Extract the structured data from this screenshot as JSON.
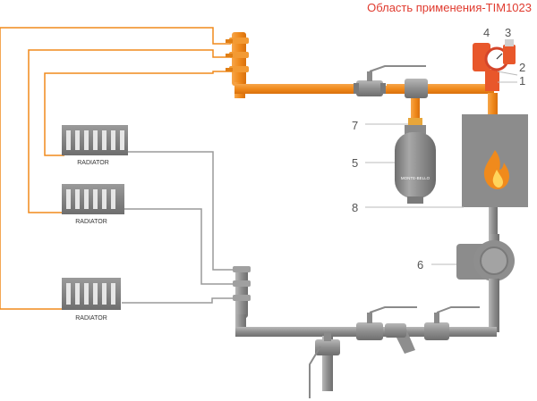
{
  "header": {
    "title": "Область применения-TIM1023"
  },
  "labels": {
    "n1": "1",
    "n2": "2",
    "n3": "3",
    "n4": "4",
    "n5": "5",
    "n6": "6",
    "n7": "7",
    "n8": "8"
  },
  "radiators": [
    {
      "label": "RADIATOR"
    },
    {
      "label": "RADIATOR"
    },
    {
      "label": "RADIATOR"
    }
  ],
  "tank": {
    "brand": "MONTE-BELLO"
  },
  "colors": {
    "supply": "#f08a1c",
    "return": "#9a9a9a",
    "accent": "#e03a2e",
    "boiler": "#8c8c8c"
  }
}
